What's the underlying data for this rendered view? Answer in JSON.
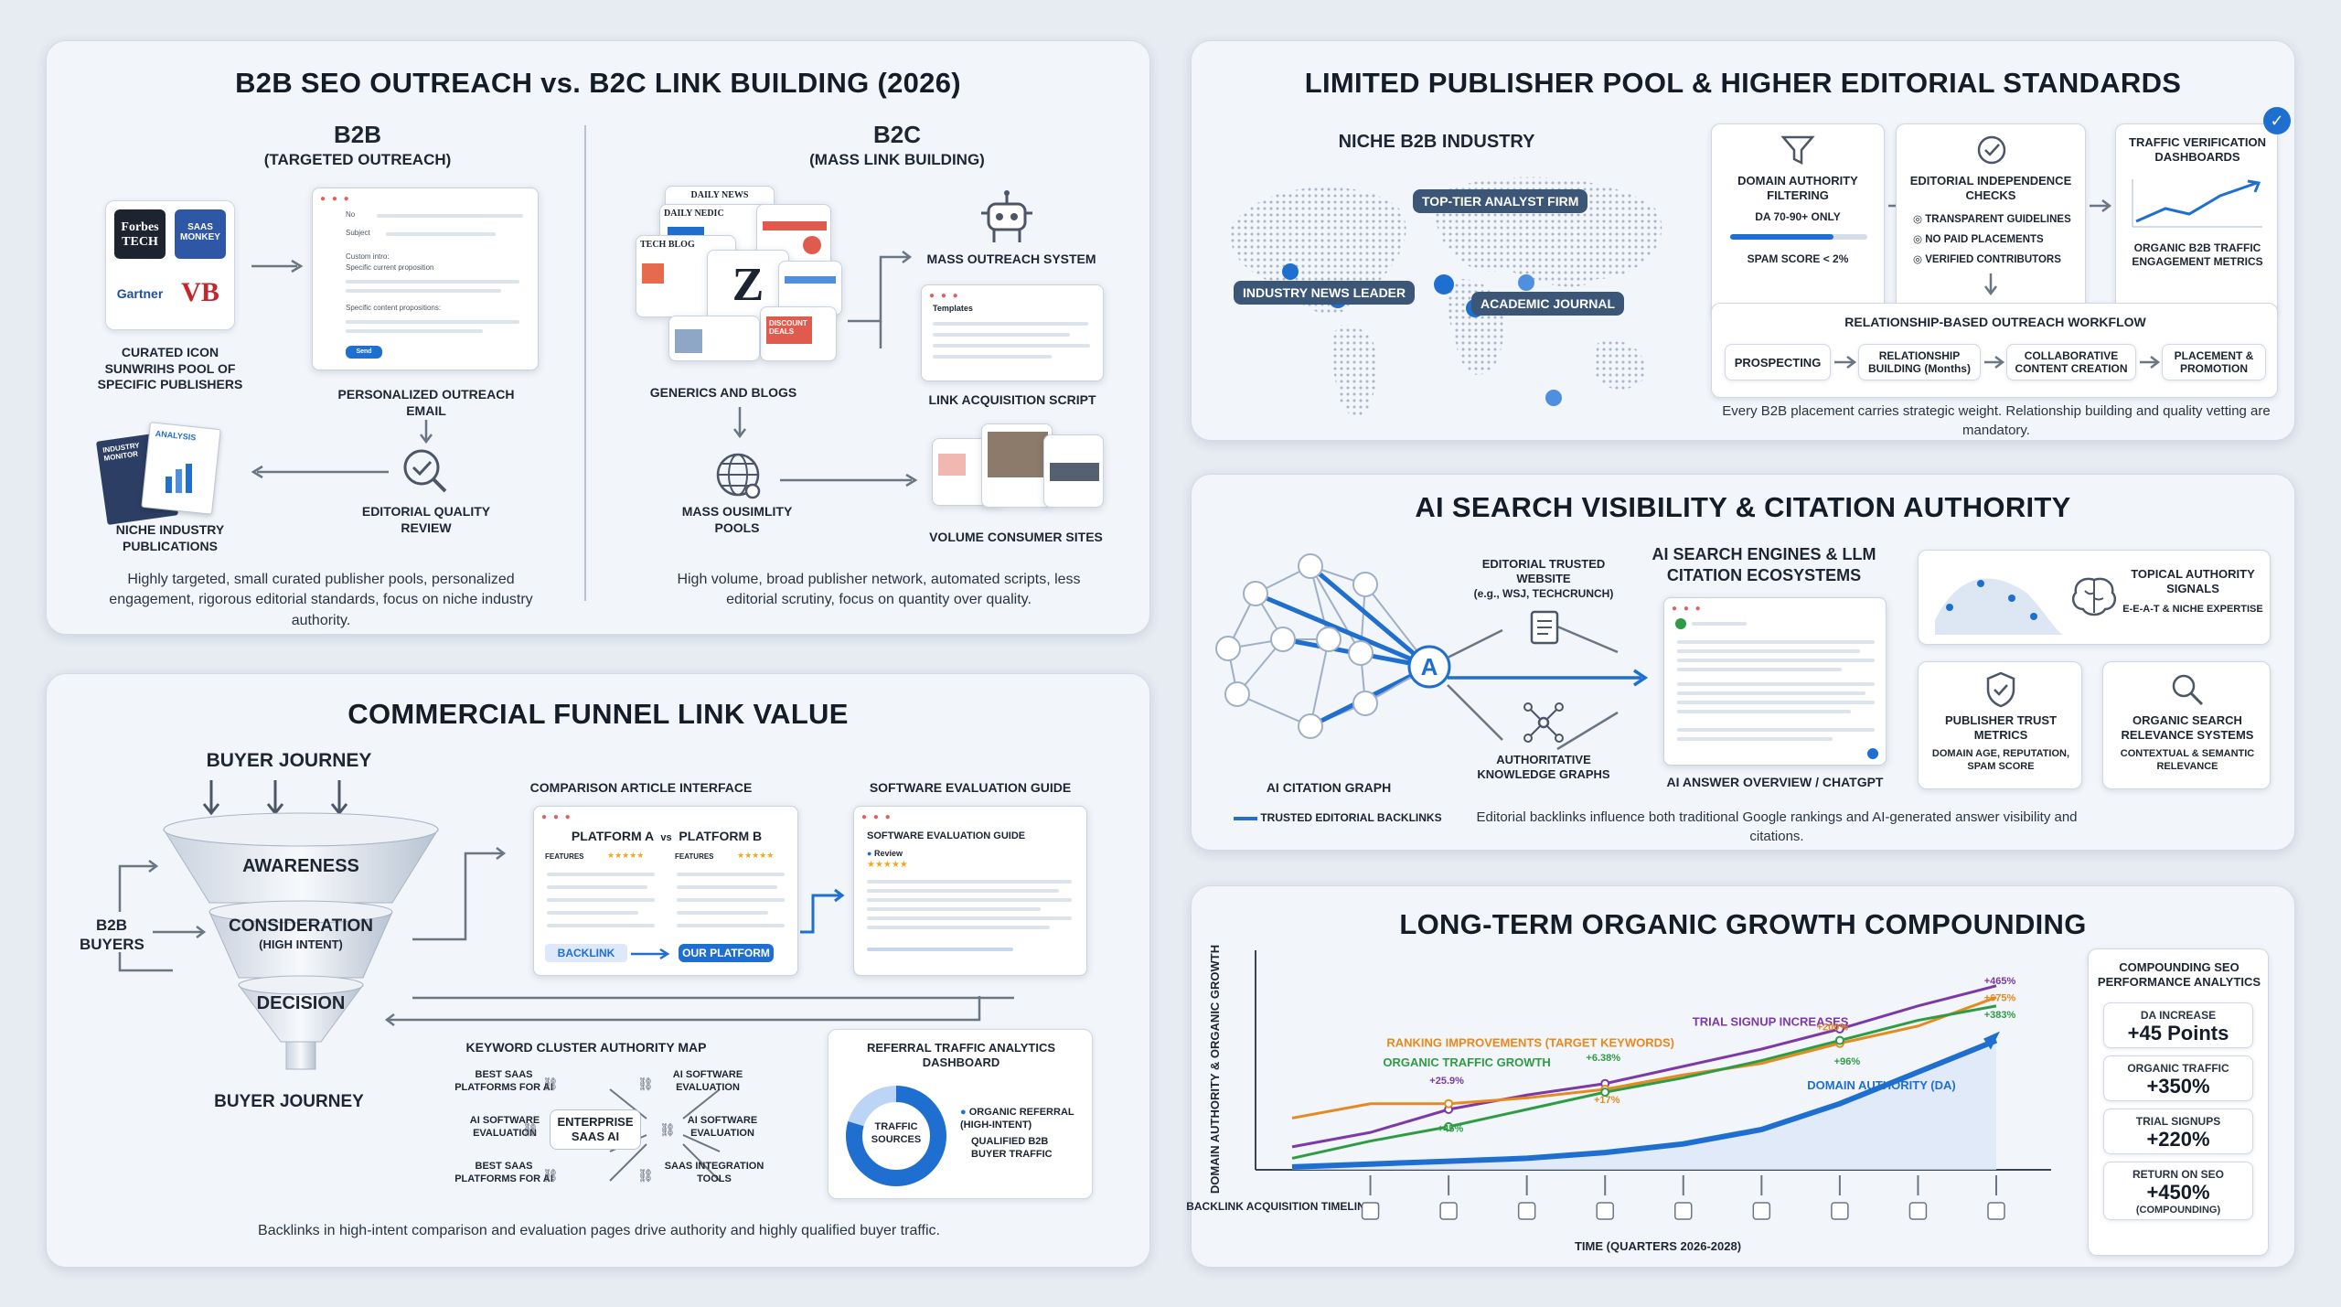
{
  "p1": {
    "title": "B2B SEO OUTREACH vs. B2C LINK BUILDING (2026)",
    "b2b": {
      "title": "B2B",
      "subtitle": "(TARGETED OUTREACH)"
    },
    "b2c": {
      "title": "B2C",
      "subtitle": "(MASS LINK BUILDING)"
    },
    "logos": {
      "forbes": "Forbes TECH",
      "saas": "SAAS MONKEY",
      "gartner": "Gartner",
      "vb": "VB"
    },
    "labels": {
      "curated": "CURATED ICON SUNWRIHS POOL OF SPECIFIC PUBLISHERS",
      "email": "PERSONALIZED OUTREACH EMAIL",
      "editorial": "EDITORIAL QUALITY REVIEW",
      "niche": "NICHE INDUSTRY PUBLICATIONS",
      "mass": "MASS OUTREACH SYSTEM",
      "generics": "GENERICS AND BLOGS",
      "script": "LINK ACQUISITION SCRIPT",
      "pools": "MASS OUSIMLITY POOLS",
      "volume": "VOLUME CONSUMER SITES"
    },
    "email": {
      "to": "No",
      "subject": "Subject",
      "intro": "Custom intro:",
      "intro_sub": "Specific current proposition",
      "props": "Specific content propositions:",
      "send": "Send"
    },
    "script_window": {
      "title": "Templates"
    },
    "mags": {
      "analysis": "ANALYSIS",
      "industry": "INDUSTRY MONITOR"
    },
    "news": {
      "daily1": "DAILY NEWS",
      "daily2": "DAILY NEDIC",
      "tech": "TECH BLOG",
      "discount": "DISCOUNT DEALS",
      "z": "Z"
    },
    "caption_b2b": "Highly targeted, small curated publisher pools, personalized engagement, rigorous editorial standards, focus on niche industry authority.",
    "caption_b2c": "High volume, broad publisher network, automated scripts, less editorial scrutiny, focus on quantity over quality."
  },
  "p2": {
    "title": "LIMITED PUBLISHER POOL & HIGHER EDITORIAL STANDARDS",
    "niche": "NICHE B2B INDUSTRY",
    "pills": {
      "analyst": "TOP-TIER ANALYST FIRM",
      "news": "INDUSTRY NEWS LEADER",
      "journal": "ACADEMIC JOURNAL"
    },
    "da": {
      "title": "DOMAIN AUTHORITY FILTERING",
      "range": "DA 70-90+ ONLY",
      "spam": "SPAM SCORE < 2%"
    },
    "edi": {
      "title": "EDITORIAL INDEPENDENCE CHECKS",
      "items": [
        "TRANSPARENT GUIDELINES",
        "NO PAID PLACEMENTS",
        "VERIFIED CONTRIBUTORS"
      ]
    },
    "traffic": {
      "title": "TRAFFIC VERIFICATION DASHBOARDS",
      "sub": "ORGANIC B2B TRAFFIC ENGAGEMENT METRICS"
    },
    "workflow": {
      "title": "RELATIONSHIP-BASED OUTREACH WORKFLOW",
      "steps": [
        "PROSPECTING",
        "RELATIONSHIP BUILDING (Months)",
        "COLLABORATIVE CONTENT CREATION",
        "PLACEMENT & PROMOTION"
      ]
    },
    "caption": "Every B2B placement carries strategic weight. Relationship building and quality vetting are mandatory."
  },
  "p3": {
    "title": "COMMERCIAL FUNNEL LINK VALUE",
    "journey_top": "BUYER JOURNEY",
    "journey_bottom": "BUYER JOURNEY",
    "buyers": "B2B BUYERS",
    "funnel": {
      "awareness": "AWARENESS",
      "consideration": "CONSIDERATION",
      "consideration_sub": "(HIGH INTENT)",
      "decision": "DECISION"
    },
    "comparison": {
      "label": "COMPARISON ARTICLE INTERFACE",
      "a": "PLATFORM A",
      "vs": "vs",
      "b": "PLATFORM B",
      "features": "FEATURES",
      "stars": "★★★★★",
      "backlink": "BACKLINK",
      "our": "OUR PLATFORM"
    },
    "guide": {
      "label": "SOFTWARE EVALUATION GUIDE",
      "title": "SOFTWARE EVALUATION GUIDE",
      "review": "Review",
      "stars": "★★★★★"
    },
    "cluster": {
      "title": "KEYWORD CLUSTER AUTHORITY MAP",
      "center": "ENTERPRISE SAAS AI",
      "tl": "BEST SAAS PLATFORMS FOR AI",
      "ml": "AI SOFTWARE EVALUATION",
      "bl": "BEST SAAS PLATFORMS FOR AI",
      "tr": "AI SOFTWARE EVALUATION",
      "mr": "AI SOFTWARE EVALUATION",
      "br": "SAAS INTEGRATION TOOLS"
    },
    "referral": {
      "title": "REFERRAL TRAFFIC ANALYTICS DASHBOARD",
      "center": "TRAFFIC SOURCES",
      "legend1": "ORGANIC REFERRAL (HIGH-INTENT)",
      "legend2": "QUALIFIED B2B BUYER TRAFFIC"
    },
    "caption": "Backlinks in high-intent comparison and evaluation pages drive authority and highly qualified buyer traffic."
  },
  "p4": {
    "title": "AI SEARCH VISIBILITY & CITATION AUTHORITY",
    "graph_label": "AI CITATION GRAPH",
    "legend": "TRUSTED EDITORIAL BACKLINKS",
    "hub": "A",
    "trusted": "EDITORIAL TRUSTED WEBSITE",
    "trusted_sub": "(e.g., WSJ, TECHCRUNCH)",
    "kg": "AUTHORITATIVE KNOWLEDGE GRAPHS",
    "engines": "AI SEARCH ENGINES & LLM CITATION ECOSYSTEMS",
    "overview": "AI ANSWER OVERVIEW / CHATGPT",
    "topical": {
      "title": "TOPICAL AUTHORITY SIGNALS",
      "sub": "E-E-A-T & NICHE EXPERTISE"
    },
    "publisher": {
      "title": "PUBLISHER TRUST METRICS",
      "sub": "DOMAIN AGE, REPUTATION, SPAM SCORE"
    },
    "organic": {
      "title": "ORGANIC SEARCH RELEVANCE SYSTEMS",
      "sub": "CONTEXTUAL & SEMANTIC RELEVANCE"
    },
    "caption": "Editorial backlinks influence both traditional Google rankings and AI-generated answer visibility and citations."
  },
  "p5": {
    "title": "LONG-TERM ORGANIC GROWTH COMPOUNDING",
    "metrics_title": "COMPOUNDING SEO PERFORMANCE ANALYTICS",
    "metrics": [
      {
        "k": "DA INCREASE",
        "v": "+45 Points"
      },
      {
        "k": "ORGANIC TRAFFIC",
        "v": "+350%"
      },
      {
        "k": "TRIAL SIGNUPS",
        "v": "+220%"
      },
      {
        "k": "RETURN ON SEO",
        "v": "+450%",
        "sub": "(COMPOUNDING)"
      }
    ]
  },
  "chart_data": {
    "type": "line",
    "ylabel": "DOMAIN AUTHORITY & ORGANIC GROWTH",
    "xlabel": "TIME (QUARTERS 2026-2028)",
    "timeline_label": "BACKLINK ACQUISITION TIMELINES",
    "series": [
      {
        "name": "TRIAL SIGNUP INCREASES",
        "color": "#7b3aa8",
        "values": [
          8,
          13,
          21,
          26,
          30,
          36,
          42,
          49,
          57,
          64
        ]
      },
      {
        "name": "RANKING IMPROVEMENTS (TARGET KEYWORDS)",
        "color": "#e68a1f",
        "values": [
          18,
          23,
          23,
          25,
          28,
          33,
          37,
          44,
          50,
          60
        ]
      },
      {
        "name": "ORGANIC TRAFFIC GROWTH",
        "color": "#2e9c45",
        "values": [
          4,
          10,
          15,
          21,
          27,
          32,
          38,
          45,
          52,
          57
        ]
      },
      {
        "name": "DOMAIN AUTHORITY (DA)",
        "color": "#1f6fd1",
        "values": [
          1,
          2,
          3,
          4,
          6,
          9,
          14,
          23,
          34,
          45
        ]
      }
    ],
    "annotations": [
      "+25.9%",
      "+45%",
      "+6.38%",
      "+17%",
      "+200%",
      "+96%",
      "+465%",
      "+675%",
      "+383%"
    ],
    "ylim": [
      0,
      70
    ]
  },
  "colors": {
    "accent": "#1f6fd1",
    "slate": "#3c5678"
  }
}
